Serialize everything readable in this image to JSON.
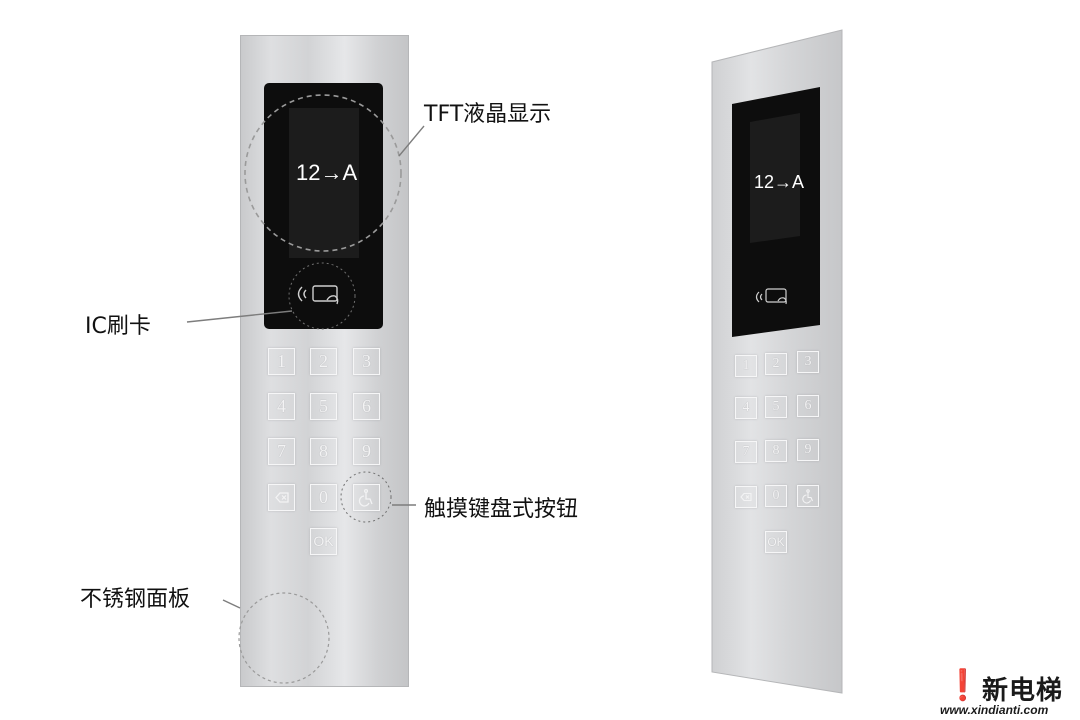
{
  "labels": {
    "tft": "TFT液晶显示",
    "ic": "IC刷卡",
    "keypad": "触摸键盘式按钮",
    "panel": "不锈钢面板"
  },
  "display": {
    "destination": "12→A"
  },
  "keys": {
    "k1": "1",
    "k2": "2",
    "k3": "3",
    "k4": "4",
    "k5": "5",
    "k6": "6",
    "k7": "7",
    "k8": "8",
    "k9": "9",
    "k0": "0",
    "ok": "OK"
  },
  "icons": {
    "card": "card-swipe-icon",
    "delete": "backspace-icon",
    "accessible": "wheelchair-icon"
  },
  "watermark": {
    "brand": "新电梯",
    "url": "www.xindianti.com"
  },
  "colors": {
    "screen": "#0d0d0d",
    "steel": "#d6d7d9",
    "watermark_red": "#d8262f"
  }
}
